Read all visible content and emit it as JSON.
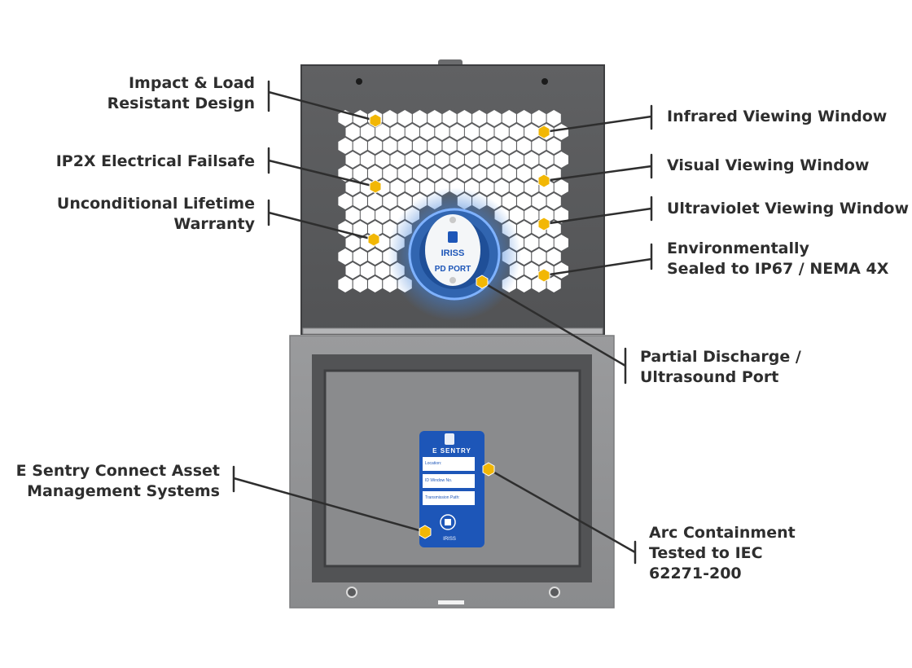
{
  "callouts": {
    "impact_load": {
      "lines": [
        "Impact & Load",
        "Resistant Design"
      ]
    },
    "ip2x": {
      "lines": [
        "IP2X Electrical Failsafe"
      ]
    },
    "warranty": {
      "lines": [
        "Unconditional Lifetime",
        "Warranty"
      ]
    },
    "infrared": {
      "lines": [
        "Infrared Viewing Window"
      ]
    },
    "visual": {
      "lines": [
        "Visual Viewing Window"
      ]
    },
    "ultraviolet": {
      "lines": [
        "Ultraviolet Viewing Window"
      ]
    },
    "environmental": {
      "lines": [
        "Environmentally",
        "Sealed to IP67 / NEMA 4X"
      ]
    },
    "partial_discharge": {
      "lines": [
        "Partial Discharge /",
        "Ultrasound Port"
      ]
    },
    "esentry": {
      "lines": [
        "E Sentry Connect Asset",
        "Management Systems"
      ]
    },
    "arc": {
      "lines": [
        "Arc Containment",
        "Tested to IEC",
        "62271-200"
      ]
    }
  },
  "pd_port": {
    "brand": "IRISS",
    "label": "PD PORT"
  },
  "asset_tag": {
    "brand": "E SENTRY",
    "fields": [
      "Location:",
      "ID Window No.",
      "Transmission Path:"
    ],
    "footer": "IRISS"
  },
  "colors": {
    "marker": "#f2b705",
    "leader": "#2e2e2e",
    "lid": "#5a5b5d",
    "base": "#8e8f91",
    "glow": "#3f7fd6",
    "tag": "#1d56b8"
  }
}
